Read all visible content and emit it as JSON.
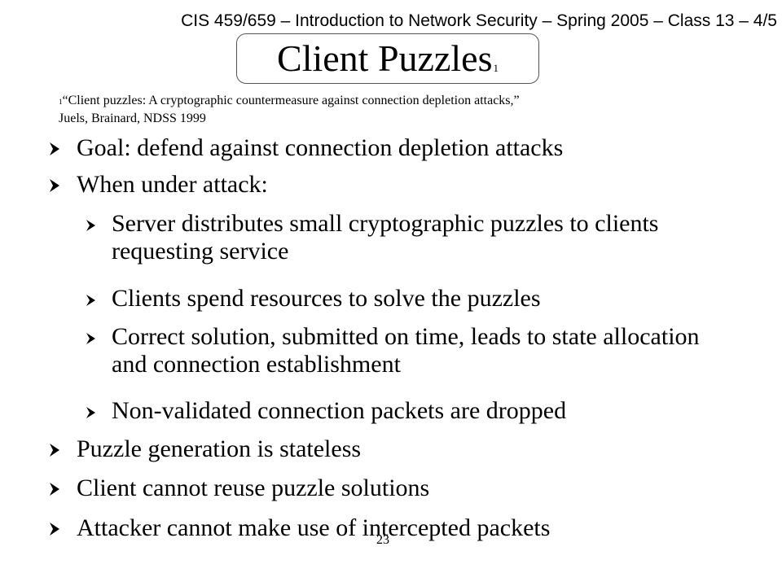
{
  "header": "CIS 459/659 – Introduction to Network Security – Spring 2005 – Class 13 – 4/5",
  "title": {
    "text": "Client Puzzles",
    "footnote_mark": "1"
  },
  "footnote": {
    "mark": "1",
    "line1": "“Client puzzles: A cryptographic countermeasure against connection depletion attacks,”",
    "line2": "Juels, Brainard, NDSS 1999"
  },
  "bullets": [
    {
      "level": 1,
      "text": "Goal: defend against connection depletion attacks"
    },
    {
      "level": 1,
      "text": "When under attack:"
    },
    {
      "level": 2,
      "text": "Server distributes small cryptographic puzzles to clients requesting service"
    },
    {
      "level": 2,
      "text": "Clients spend resources to solve the puzzles"
    },
    {
      "level": 2,
      "text": "Correct solution, submitted on time, leads to state allocation and connection establishment"
    },
    {
      "level": 2,
      "text": "Non-validated connection packets are dropped"
    },
    {
      "level": 1,
      "text": "Puzzle generation is stateless"
    },
    {
      "level": 1,
      "text": "Client cannot reuse puzzle solutions"
    },
    {
      "level": 1,
      "text": "Attacker cannot make use of intercepted packets"
    }
  ],
  "page_number": "23",
  "icons": {
    "bullet": "arrowhead-bullet-icon"
  }
}
